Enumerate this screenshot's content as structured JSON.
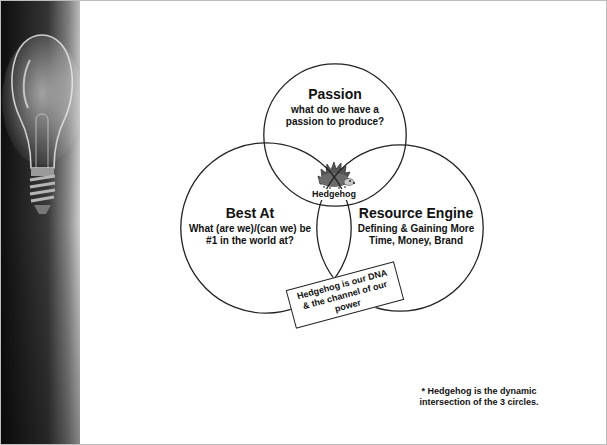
{
  "diagram": {
    "nodes": [
      {
        "text": [
          "Passion",
          "what do we have a passion to produce?"
        ]
      },
      {
        "text": [
          "Best At",
          "What (are we)/(can we) be #1 in the world at?"
        ]
      },
      {
        "text": [
          "Resource Engine",
          "Defining & Gaining More Time, Money, Brand"
        ]
      },
      {
        "text": [
          "Hedgehog is our DNA & the channel of our power"
        ]
      }
    ],
    "labels": [
      "Hedgehog",
      "* Hedgehog is the dynamic intersection of the 3 circles."
    ]
  }
}
